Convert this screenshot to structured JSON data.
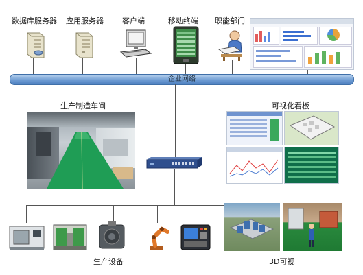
{
  "top_nodes": [
    {
      "label": "数据库服务器",
      "icon": "database-server-icon"
    },
    {
      "label": "应用服务器",
      "icon": "application-server-icon"
    },
    {
      "label": "客户端",
      "icon": "client-computer-icon"
    },
    {
      "label": "移动终端",
      "icon": "mobile-terminal-icon"
    },
    {
      "label": "职能部门",
      "icon": "department-user-icon"
    }
  ],
  "network_bus_label": "企业网络",
  "sections": {
    "workshop": "生产制造车间",
    "dashboard": "可视化看板",
    "equipment": "生产设备",
    "threed": "3D可视"
  },
  "equipment_icons": [
    "cnc-machine-icon",
    "press-machine-icon",
    "furnace-icon",
    "robot-arm-icon",
    "control-panel-icon"
  ]
}
